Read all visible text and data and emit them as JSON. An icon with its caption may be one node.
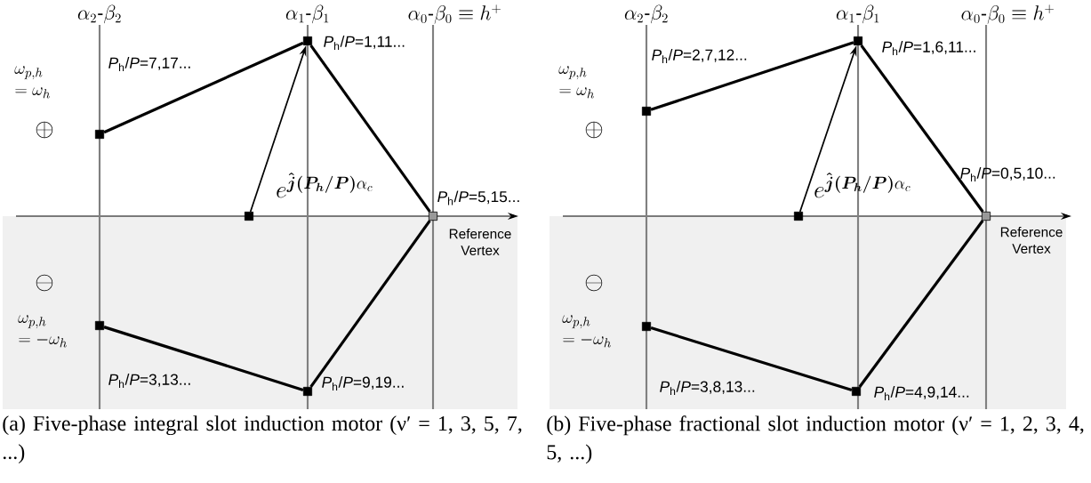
{
  "diagram": {
    "nodes": [
      {
        "text": [],
        "shape": "box",
        "beside": [
          "*P*$_{h}$/*P*=1,11..."
        ]
      },
      {
        "text": [],
        "shape": "box",
        "beside": [
          "*P*$_{h}$/*P*=7,17..."
        ]
      },
      {
        "text": [],
        "shape": "box"
      },
      {
        "text": [],
        "shape": "box",
        "beside": [
          "*P*$_{h}$/*P*=5,15...",
          "Reference Vertex"
        ]
      },
      {
        "text": [],
        "shape": "box",
        "beside": [
          "*P*$_{h}$/*P*=3,13..."
        ]
      },
      {
        "text": [],
        "shape": "box",
        "beside": [
          "*P*$_{h}$/*P*=9,19..."
        ]
      },
      {
        "text": [],
        "shape": "box",
        "beside": [
          "*P*$_{h}$/*P*=1,6,11..."
        ]
      },
      {
        "text": [],
        "shape": "box",
        "beside": [
          "*P*$_{h}$/*P*=2,7,12..."
        ]
      },
      {
        "text": [],
        "shape": "box"
      },
      {
        "text": [],
        "shape": "box",
        "beside": [
          "*P*$_{h}$/*P*=0,5,10...",
          "Reference Vertex"
        ]
      },
      {
        "text": [],
        "shape": "box",
        "beside": [
          "*P*$_{h}$/*P*=3,8,13..."
        ]
      },
      {
        "text": [],
        "shape": "box",
        "beside": [
          "*P*$_{h}$/*P*=4,9,14..."
        ]
      }
    ],
    "edges": [
      {
        "from": 1,
        "to": 0,
        "arrow": "none"
      },
      {
        "from": 0,
        "to": 3,
        "arrow": "none"
      },
      {
        "from": 3,
        "to": 5,
        "arrow": "none"
      },
      {
        "from": 5,
        "to": 4,
        "arrow": "none"
      },
      {
        "from": 2,
        "to": 0,
        "arrow": "to",
        "label": "e^{\\boldsymbol{\\hat{j}(P_h/P)}\\alpha_c}"
      },
      {
        "from": 7,
        "to": 6,
        "arrow": "none"
      },
      {
        "from": 6,
        "to": 9,
        "arrow": "none"
      },
      {
        "from": 9,
        "to": 11,
        "arrow": "none"
      },
      {
        "from": 11,
        "to": 10,
        "arrow": "none"
      },
      {
        "from": 8,
        "to": 6,
        "arrow": "to",
        "label": "e^{\\boldsymbol{\\hat{j}(P_h/P)}\\alpha_c}"
      }
    ],
    "labels": [
      "\\alpha_2\\mbox{-}\\beta_2",
      "\\alpha_1\\mbox{-}\\beta_1",
      "\\alpha_0\\mbox{-}\\beta_0\\equiv h^+",
      "\\begin{array}{l}\\omega_{p,h}\\\\ =\\omega_h\\end{array}",
      "\\oplus",
      "\\ominus",
      "\\begin{array}{l}\\omega_{p,h}\\\\ =-\\omega_h\\end{array}",
      "(a)  Five-phase integral slot induction motor (ν′ = 1, 3, 5, 7, ...)",
      "\\alpha_2\\mbox{-}\\beta_2",
      "\\alpha_1\\mbox{-}\\beta_1",
      "\\alpha_0\\mbox{-}\\beta_0\\equiv h^+",
      "\\begin{array}{l}\\omega_{p,h}\\\\ =\\omega_h\\end{array}",
      "\\oplus",
      "\\ominus",
      "\\begin{array}{l}\\omega_{p,h}\\\\ =-\\omega_h\\end{array}",
      "(b)  Five-phase fractional slot induction motor (ν′ = 1, 2, 3, 4, 5, ...)"
    ]
  }
}
